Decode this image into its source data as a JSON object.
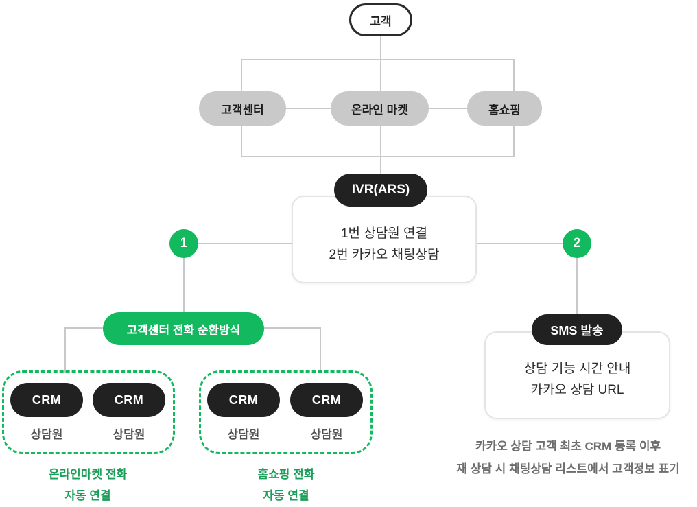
{
  "diagram": {
    "customer_label": "고객",
    "channels": [
      {
        "label": "고객센터"
      },
      {
        "label": "온라인 마켓"
      },
      {
        "label": "홈쇼핑"
      }
    ],
    "ivr": {
      "badge": "IVR(ARS)",
      "lines": [
        "1번 상담원 연결",
        "2번 카카오 채팅상담"
      ]
    },
    "branch_phone": {
      "number": "1",
      "pill": "고객센터 전화 순환방식",
      "groups": [
        {
          "members": [
            {
              "pill": "CRM",
              "agent": "상담원"
            },
            {
              "pill": "CRM",
              "agent": "상담원"
            }
          ],
          "caption": [
            "온라인마켓 전화",
            "자동 연결"
          ]
        },
        {
          "members": [
            {
              "pill": "CRM",
              "agent": "상담원"
            },
            {
              "pill": "CRM",
              "agent": "상담원"
            }
          ],
          "caption": [
            "홈쇼핑 전화",
            "자동 연결"
          ]
        }
      ]
    },
    "branch_sms": {
      "number": "2",
      "badge": "SMS 발송",
      "lines": [
        "상담 기능 시간 안내",
        "카카오 상담 URL"
      ],
      "note": [
        "카카오 상담 고객 최초 CRM 등록 이후",
        "재 상담 시 채팅상담 리스트에서 고객정보 표기"
      ]
    },
    "colors": {
      "green": "#12b95f",
      "green_text": "#1b9e59",
      "dark": "#212121",
      "line_gray": "#c9c9c9",
      "note_gray": "#6e6e6e"
    }
  }
}
